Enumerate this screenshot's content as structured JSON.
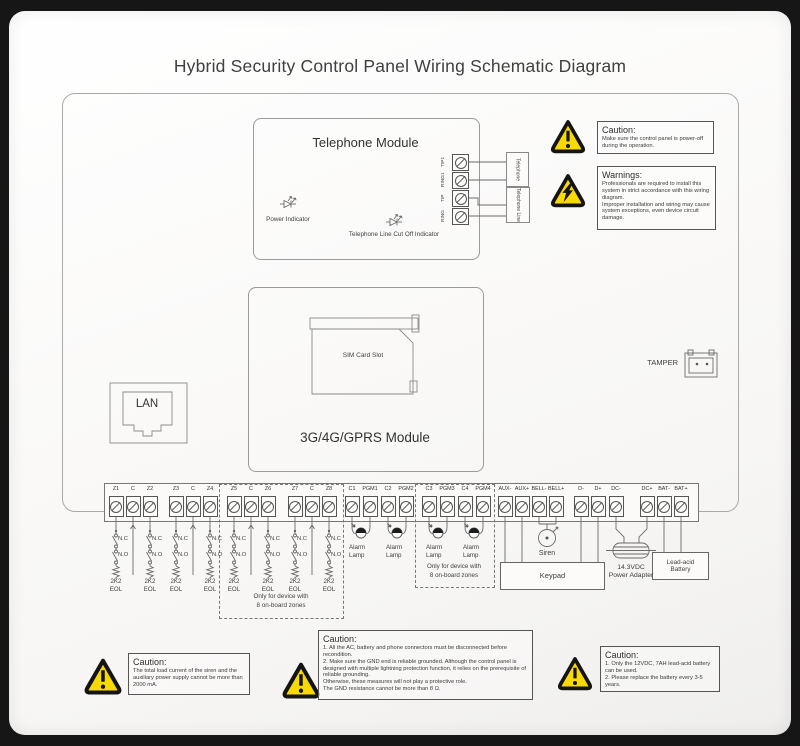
{
  "title": "Hybrid Security Control Panel Wiring Schematic Diagram",
  "telephone_module": {
    "title": "Telephone Module",
    "power_indicator": "Power Indicator",
    "cutoff_indicator": "Telephone Line Cut Off Indicator",
    "terminals": [
      "TIP1",
      "RING1",
      "TIP",
      "RING"
    ],
    "dest_telephone": "Telephone",
    "dest_telephone_line": "Telephone Line"
  },
  "gprs_module": {
    "title": "3G/4G/GPRS Module",
    "sim_slot": "SIM Card Slot"
  },
  "lan_label": "LAN",
  "tamper_label": "TAMPER",
  "notices": {
    "caution_top": {
      "title": "Caution:",
      "lines": [
        "Make sure the control panel is power-off during the operation."
      ]
    },
    "warnings": {
      "title": "Warnings:",
      "lines": [
        "Professionals are required to install this system in strict accordance with this wiring diagram.",
        "Improper installation and wiring may cause system exceptions, even device circuit damage."
      ]
    },
    "caution_siren": {
      "title": "Caution:",
      "lines": [
        "The total load current of the siren and the auxiliary power supply cannot be more than 2000 mA."
      ]
    },
    "caution_ground": {
      "title": "Caution:",
      "lines": [
        "1. All the AC, battery and phone connectors must be disconnected before recondition.",
        "2. Make sure the GND end is reliable grounded. Although the control panel is designed with multiple lightning protection function, it relies on the prerequisite of reliable grounding.",
        "Otherwise, these measures will not play a protective role.",
        "The GND resistance cannot be more than 8 Ω."
      ]
    },
    "caution_battery": {
      "title": "Caution:",
      "lines": [
        "1. Only the 12VDC, 7AH lead-acid battery can be used.",
        "2. Please replace the battery every 3-5 years."
      ]
    }
  },
  "terminals": {
    "zones": [
      "Z1",
      "C",
      "Z2",
      "Z3",
      "C",
      "Z4",
      "Z5",
      "C",
      "Z6",
      "Z7",
      "C",
      "Z8"
    ],
    "pgm": [
      "C1",
      "PGM1",
      "C2",
      "PGM2",
      "C3",
      "PGM3",
      "C4",
      "PGM4"
    ],
    "power": [
      "AUX-",
      "AUX+",
      "BELL-",
      "BELL+",
      "D-",
      "D+",
      "DC-",
      "DC+",
      "BAT-",
      "BAT+"
    ]
  },
  "wiring_labels": {
    "nc": "N.C",
    "no": "N.O",
    "eol1": "2K2",
    "eol2": "EOL",
    "only8_1": "Only for device with",
    "only8_2": "8 on-board zones",
    "alarm1": "Alarm",
    "alarm2": "Lamp",
    "siren": "Siren",
    "keypad": "Keypad",
    "adapter1": "14.3VDC",
    "adapter2": "Power Adapter",
    "battery1": "Lead-acid",
    "battery2": "Battery"
  },
  "colors": {
    "warning_yellow": "#f7d908",
    "line_gray": "#6a6a6a"
  }
}
